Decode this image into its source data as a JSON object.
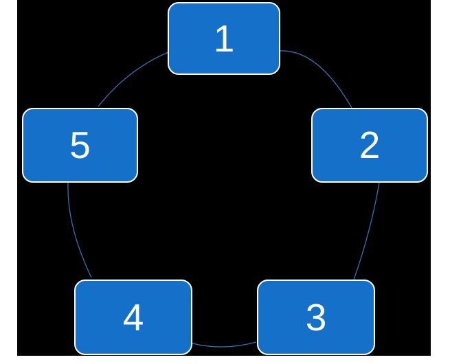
{
  "diagram": {
    "type": "cycle",
    "node_count": 5,
    "nodes": [
      {
        "label": "1"
      },
      {
        "label": "2"
      },
      {
        "label": "3"
      },
      {
        "label": "4"
      },
      {
        "label": "5"
      }
    ],
    "connections": [
      "1→2",
      "2→3",
      "3→4",
      "4→5",
      "5→1"
    ],
    "colors": {
      "node_fill": "#1470C8",
      "node_border": "#FFFFFF",
      "node_text": "#FFFFFF",
      "arc_stroke": "#2E74B5",
      "canvas_background": "#000000",
      "margin_strip": "#FFFFFF"
    }
  }
}
